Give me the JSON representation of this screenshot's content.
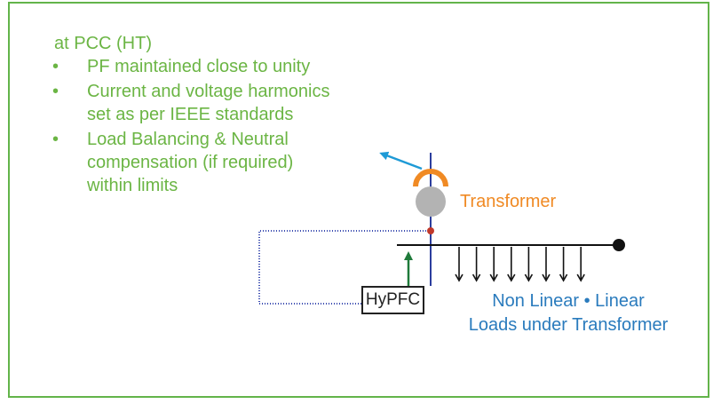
{
  "text": {
    "heading": "at PCC (HT)",
    "bullet_symbol": "•",
    "bullets": [
      "PF maintained close to unity",
      "Current and voltage harmonics set as per IEEE standards",
      "Load Balancing & Neutral compensation (if required) within limits"
    ],
    "bullet_lines": [
      [
        "PF maintained close to unity"
      ],
      [
        "Current and voltage harmonics",
        "set as per IEEE standards"
      ],
      [
        "Load Balancing & Neutral",
        "compensation (if required)",
        "within limits"
      ]
    ],
    "transformer_label": "Transformer",
    "hypfc_label": "HyPFC",
    "loads_line1": "Non Linear • Linear",
    "loads_line2": "Loads under Transformer"
  },
  "colors": {
    "frame": "#63b44a",
    "bullet_text": "#6bb544",
    "transformer_label": "#f08a24",
    "loads_label": "#2a7bbd",
    "feeder_line": "#2c3e9e",
    "dotted_line": "#3b4cb0",
    "arrow_green": "#1f7a3a",
    "arrow_blue": "#1e9ad6",
    "junction_dot": "#c0392b",
    "transformer_coil_top": "#f08a24",
    "transformer_coil_bottom": "#b3b3b3",
    "busbar": "#111111"
  },
  "icons": {
    "pointer_arrow": "arrow-up-left-icon",
    "transformer": "transformer-symbol-icon",
    "load_arrows": "arrow-down-icon"
  },
  "load_count": 8
}
